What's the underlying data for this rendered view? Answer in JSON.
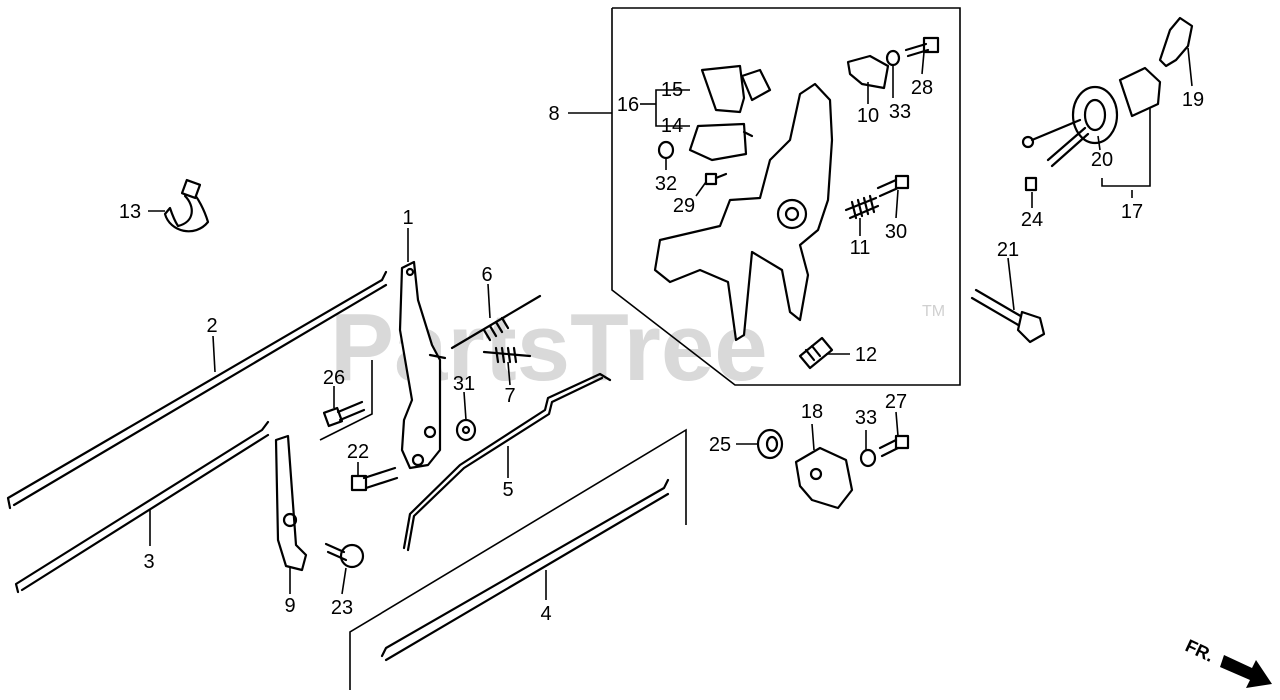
{
  "watermark": {
    "text": "PartsTree",
    "trademark": "TM"
  },
  "direction_label": "FR.",
  "callouts": {
    "c1": "1",
    "c2": "2",
    "c3": "3",
    "c4": "4",
    "c5": "5",
    "c6": "6",
    "c7": "7",
    "c8": "8",
    "c9": "9",
    "c10": "10",
    "c11": "11",
    "c12": "12",
    "c13": "13",
    "c14": "14",
    "c15": "15",
    "c16": "16",
    "c17": "17",
    "c18": "18",
    "c19": "19",
    "c20": "20",
    "c21": "21",
    "c22": "22",
    "c23": "23",
    "c24": "24",
    "c25": "25",
    "c26": "26",
    "c27": "27",
    "c28": "28",
    "c29": "29",
    "c30": "30",
    "c31": "31",
    "c32": "32",
    "c33a": "33",
    "c33b": "33"
  }
}
